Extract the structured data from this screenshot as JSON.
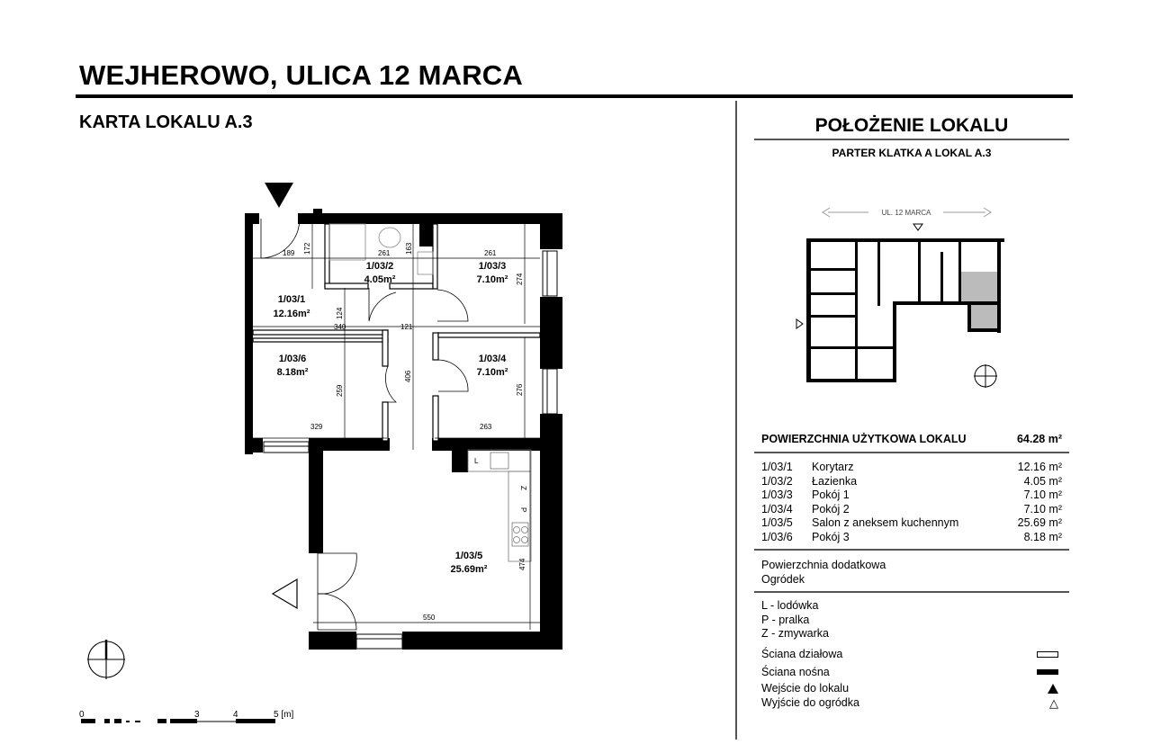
{
  "header": {
    "title": "WEJHEROWO, ULICA 12 MARCA",
    "subtitle": "KARTA LOKALU A.3"
  },
  "location": {
    "title": "POŁOŻENIE LOKALU",
    "subtitle": "PARTER  KLATKA A  LOKAL A.3",
    "street_label": "UL. 12 MARCA"
  },
  "floorplan": {
    "rooms": [
      {
        "id": "1/03/1",
        "area": "12.16m²"
      },
      {
        "id": "1/03/2",
        "area": "4.05m²"
      },
      {
        "id": "1/03/3",
        "area": "7.10m²"
      },
      {
        "id": "1/03/4",
        "area": "7.10m²"
      },
      {
        "id": "1/03/5",
        "area": "25.69m²"
      },
      {
        "id": "1/03/6",
        "area": "8.18m²"
      }
    ],
    "dimensions": {
      "d189": "189",
      "d172": "172",
      "d261a": "261",
      "d163": "163",
      "d261b": "261",
      "d274": "274",
      "d124": "124",
      "d340": "340",
      "d121": "121",
      "d406": "406",
      "d259": "259",
      "d276": "276",
      "d329": "329",
      "d263": "263",
      "d474": "474",
      "d550": "550"
    },
    "appliances": {
      "fridge": "L",
      "dishwasher": "Z",
      "washer": "P"
    },
    "scale": {
      "labels": [
        "0",
        "3",
        "4",
        "5 [m]"
      ]
    }
  },
  "summary": {
    "heading": "POWIERZCHNIA UŻYTKOWA LOKALU",
    "total": "64.28 m²",
    "rooms": [
      {
        "id": "1/03/1",
        "name": "Korytarz",
        "area": "12.16 m²"
      },
      {
        "id": "1/03/2",
        "name": "Łazienka",
        "area": "4.05 m²"
      },
      {
        "id": "1/03/3",
        "name": "Pokój 1",
        "area": "7.10 m²"
      },
      {
        "id": "1/03/4",
        "name": "Pokój 2",
        "area": "7.10 m²"
      },
      {
        "id": "1/03/5",
        "name": "Salon z aneksem kuchennym",
        "area": "25.69 m²"
      },
      {
        "id": "1/03/6",
        "name": "Pokój 3",
        "area": "8.18 m²"
      }
    ],
    "extra_heading": "Powierzchnia dodatkowa",
    "extra_item": "Ogródek"
  },
  "legend": {
    "abbrev": [
      "L - lodówka",
      "P - pralka",
      "Z - zmywarka"
    ],
    "partition_wall": "Ściana działowa",
    "load_wall": "Ściana nośna",
    "entrance": "Wejście do lokalu",
    "garden_exit": "Wyjście do ogródka"
  }
}
